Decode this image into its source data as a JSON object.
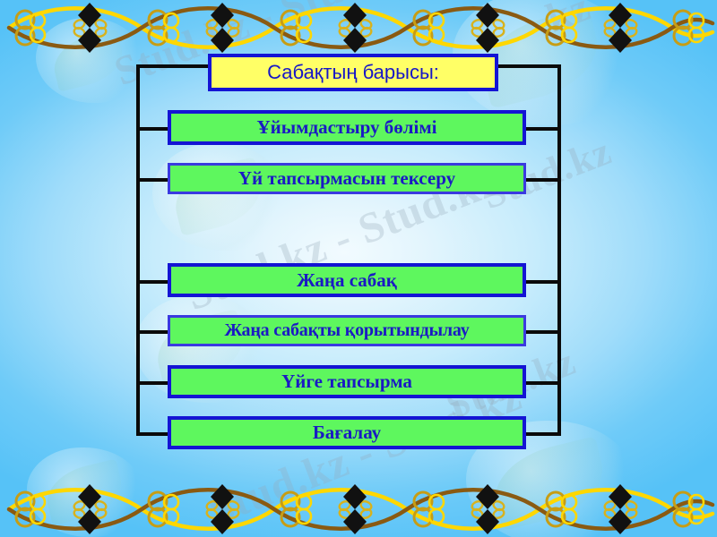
{
  "slide": {
    "title_box": {
      "label": "Сабақтың барысы:"
    },
    "steps": [
      {
        "label": "Ұйымдастыру бөлімі"
      },
      {
        "label": "Үй тапсырмасын тексеру"
      },
      {
        "label": "Жаңа сабақ"
      },
      {
        "label": "Жаңа сабақты қорытындылау"
      },
      {
        "label": "Үйге тапсырма"
      },
      {
        "label": "Бағалау"
      }
    ],
    "watermarks": [
      {
        "text": "Stud.kz - Stud.kz"
      },
      {
        "text": "Stud.kz - Stud.kz"
      },
      {
        "text": "Stud.kz - Stud.kz"
      },
      {
        "text": "Stud.kz"
      },
      {
        "text": "Stud.kz"
      },
      {
        "text": ".kz"
      }
    ],
    "colors": {
      "background_light": "#f2fbff",
      "background_blue": "#56c2f7",
      "title_fill": "#ffff66",
      "step_fill": "#5ef75e",
      "border_blue": "#1414d4",
      "text_blue": "#1616c8",
      "connector_black": "#0a0a0a",
      "ornament_gold": "#ffd700",
      "ornament_bronze": "#8a5a12",
      "ornament_diamond": "#111111"
    },
    "ornament": {
      "top_name": "gold-scrollwork-divider",
      "bottom_name": "gold-scrollwork-divider"
    }
  }
}
